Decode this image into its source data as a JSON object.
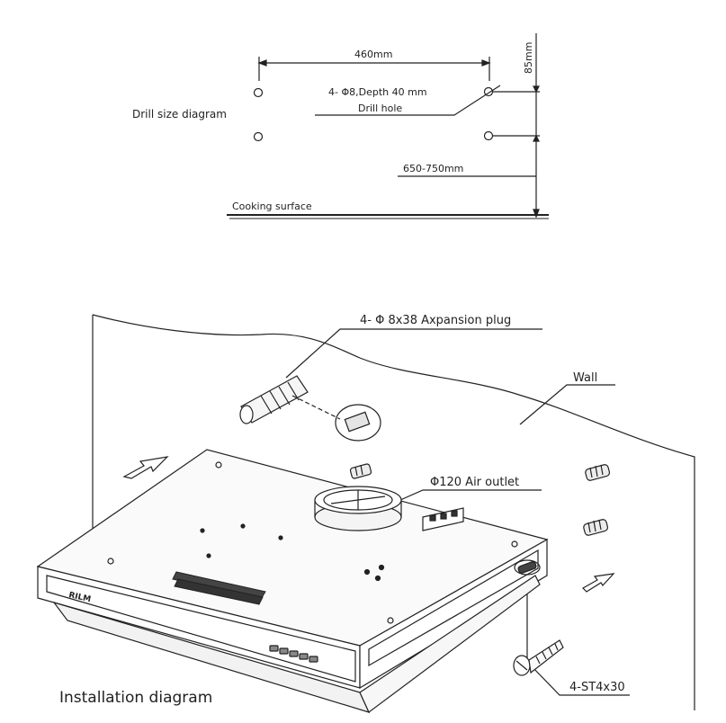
{
  "drill": {
    "title": "Drill size diagram",
    "width_dim": "460mm",
    "hole_spec": "4- Φ8,Depth 40 mm",
    "hole_name": "Drill hole",
    "vertical_dim": "85mm",
    "height_range": "650-750mm",
    "surface": "Cooking surface"
  },
  "install": {
    "title": "Installation diagram",
    "plug": "4- Φ 8x38 Axpansion plug",
    "wall": "Wall",
    "outlet": "Φ120 Air outlet",
    "screw": "4-ST4x30",
    "brand": "RILM"
  }
}
